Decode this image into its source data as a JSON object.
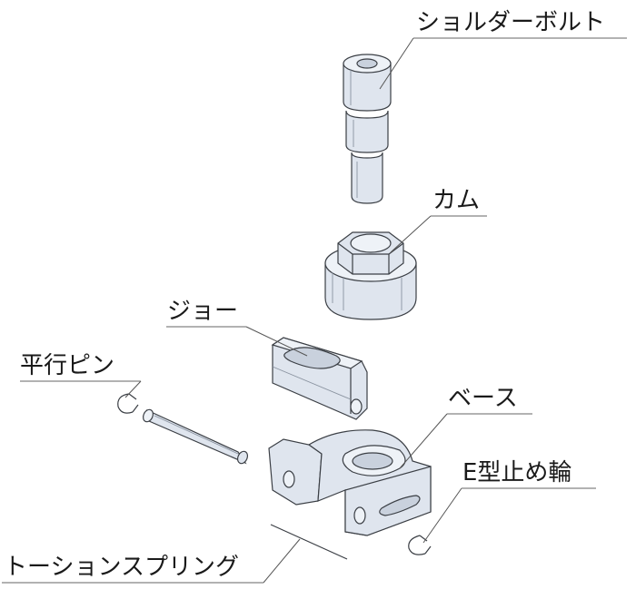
{
  "labels": {
    "shoulder_bolt": "ショルダーボルト",
    "cam": "カム",
    "jaw": "ジョー",
    "parallel_pin": "平行ピン",
    "base": "ベース",
    "e_ring": "E型止め輪",
    "torsion_spring": "トーションスプリング"
  },
  "colors": {
    "part_fill": "#dfe5ee",
    "outline": "#3b3f45",
    "leader": "#555555"
  }
}
